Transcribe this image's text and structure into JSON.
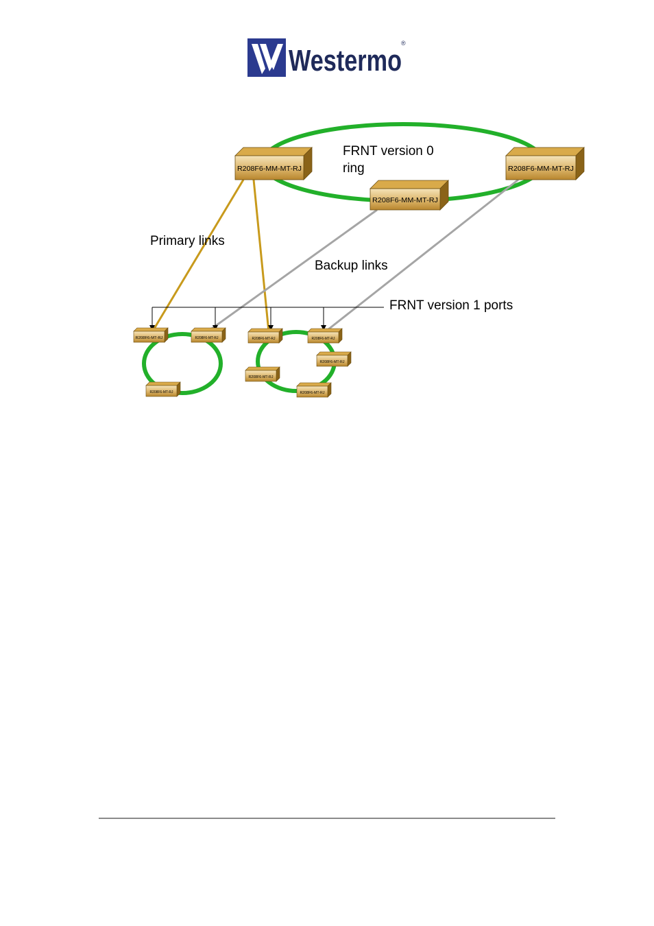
{
  "logo": {
    "wordmark": "Westermo",
    "registered_mark": "®",
    "colors": {
      "mark_blue": "#2b3a8f",
      "wordmark_dark": "#1f2a5a"
    }
  },
  "diagram": {
    "labels": {
      "ring_v0_line1": "FRNT version 0",
      "ring_v0_line2": "ring",
      "primary_links": "Primary links",
      "backup_links": "Backup links",
      "v1_ports": "FRNT version 1 ports"
    },
    "devices": {
      "top_left": "R208F6-MM-MT-RJ",
      "top_mid": "R208F6-MM-MT-RJ",
      "top_right": "R208F6-MM-MT-RJ",
      "l1": "R208F6-MT-RJ",
      "l2": "R208F6-MT-RJ",
      "l3": "R208F6-MT-RJ",
      "r1": "R208F6-MT-RJ",
      "r2": "R208F6-MT-RJ",
      "r3": "R208F6-MT-RJ",
      "r4": "R208F6-MT-RJ",
      "r5": "R208F6-MT-RJ"
    },
    "colors": {
      "ring": "#22b02a",
      "primary_link": "#c89a1c",
      "backup_link": "#a5a5a5",
      "device_front_top": "#f5e3b8",
      "device_front_bottom": "#b8862e",
      "device_side": "#8a6318",
      "device_top": "#d9aa4a"
    }
  }
}
